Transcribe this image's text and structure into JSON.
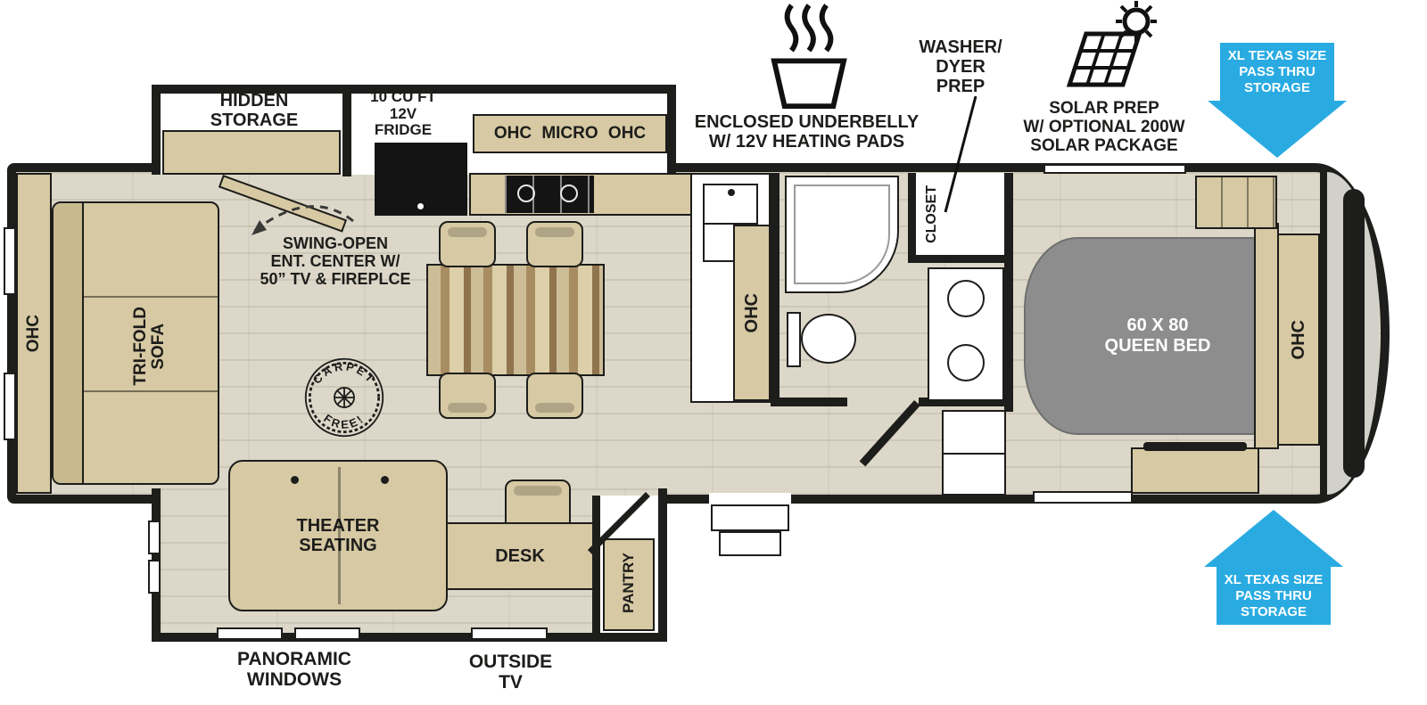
{
  "header": {
    "underbelly_label": "ENCLOSED UNDERBELLY\nW/ 12V HEATING PADS",
    "washer_dryer_label": "WASHER/\nDYER\nPREP",
    "solar_label": "SOLAR PREP\nW/ OPTIONAL 200W\nSOLAR PACKAGE"
  },
  "storage_arrows": {
    "top_text": "XL TEXAS SIZE\nPASS THRU\nSTORAGE",
    "bottom_text": "XL TEXAS SIZE\nPASS THRU\nSTORAGE"
  },
  "rooms": {
    "hidden_storage": "HIDDEN\nSTORAGE",
    "fridge": "10 CU FT\n12V\nFRIDGE",
    "kitchen_ohc": "OHC  MICRO  OHC",
    "ent_center": "SWING-OPEN\nENT. CENTER W/\n50” TV & FIREPLCE",
    "ohc_left": "OHC",
    "sofa": "TRI-FOLD\nSOFA",
    "carpet_top": "CARPET",
    "carpet_bottom": "FREE!",
    "ohc_kitchen": "OHC",
    "closet": "CLOSET",
    "bed": "60 X 80\nQUEEN BED",
    "ohc_bedroom": "OHC",
    "theater": "THEATER\nSEATING",
    "desk": "DESK",
    "pantry": "PANTRY"
  },
  "footer": {
    "panoramic": "PANORAMIC\nWINDOWS",
    "outside_tv": "OUTSIDE\nTV"
  },
  "colors": {
    "arrow_blue": "#29abe2",
    "wall": "#1d1d1b",
    "cabinet_tan": "#d6c9a3",
    "bed_gray": "#8d8d8d"
  }
}
